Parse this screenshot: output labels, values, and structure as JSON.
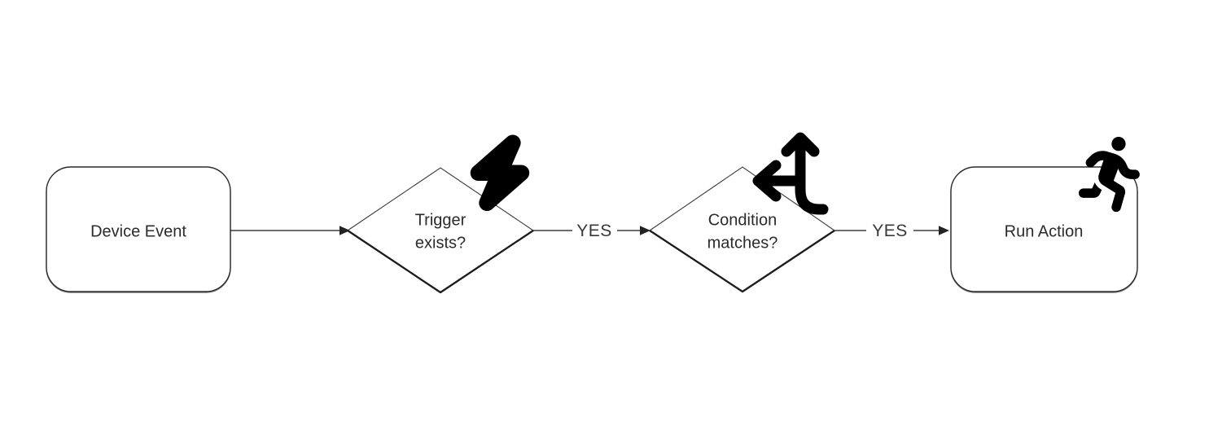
{
  "colors": {
    "background": "#ffffff",
    "shape_fill": "#ffffff",
    "shape_stroke": "#2b2b2b",
    "node_text": "#2b2b2b",
    "edge_stroke": "#3d3d3d",
    "edge_label_text": "#383838",
    "icon": "#000000"
  },
  "diagram": {
    "nodes": [
      {
        "id": "device-event",
        "shape": "rounded-rectangle",
        "label": "Device Event",
        "icon": ""
      },
      {
        "id": "trigger-exists",
        "shape": "diamond",
        "label": "Trigger exists?",
        "line1": "Trigger",
        "line2": "exists?",
        "icon": "lightning-bolt"
      },
      {
        "id": "condition-matches",
        "shape": "diamond",
        "label": "Condition matches?",
        "line1": "Condition",
        "line2": "matches?",
        "icon": "directions-split-up-left"
      },
      {
        "id": "run-action",
        "shape": "rounded-rectangle",
        "label": "Run Action",
        "icon": "person-running"
      }
    ],
    "edges": [
      {
        "from": "device-event",
        "to": "trigger-exists",
        "label": ""
      },
      {
        "from": "trigger-exists",
        "to": "condition-matches",
        "label": "YES"
      },
      {
        "from": "condition-matches",
        "to": "run-action",
        "label": "YES"
      }
    ]
  }
}
